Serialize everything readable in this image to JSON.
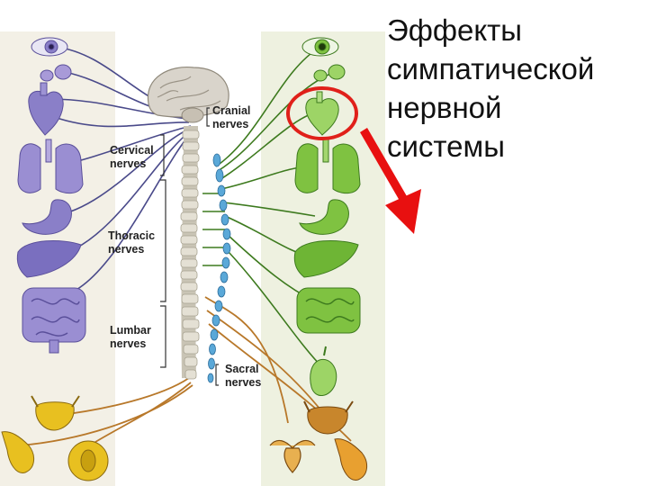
{
  "title_lines": [
    "Эффекты",
    "симпатической",
    "нервной",
    "системы"
  ],
  "segment_labels": {
    "cranial": [
      "Cranial",
      "nerves"
    ],
    "cervical": [
      "Cervical",
      "nerves"
    ],
    "thoracic": [
      "Thoracic",
      "nerves"
    ],
    "lumbar": [
      "Lumbar",
      "nerves"
    ],
    "sacral": [
      "Sacral",
      "nerves"
    ]
  },
  "colors": {
    "parasympathetic_organs": "#8a7fc8",
    "sympathetic_organs": "#7fc241",
    "parasympathetic_nerves": "#4a4a8a",
    "sympathetic_nerves": "#3d7a1e",
    "sacral_nerves": "#b8782a",
    "pelvic_organs": "#e8c020",
    "highlight_circle": "#e0201a",
    "arrow": "#e81010"
  }
}
